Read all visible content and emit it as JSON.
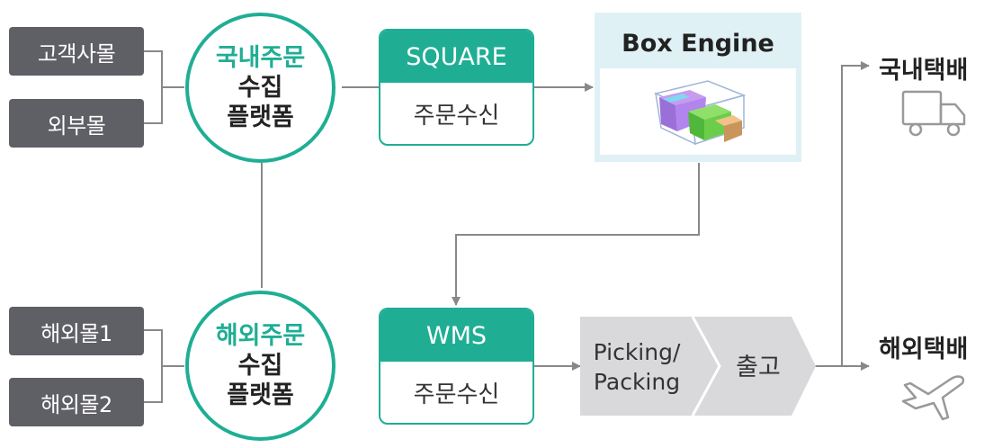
{
  "sources": {
    "domestic": [
      "고객사몰",
      "외부몰"
    ],
    "overseas": [
      "해외몰1",
      "해외몰2"
    ]
  },
  "platforms": {
    "domestic": {
      "accent": "국내주문",
      "line2": "수집",
      "line3": "플랫폼"
    },
    "overseas": {
      "accent": "해외주문",
      "line2": "수집",
      "line3": "플랫폼"
    }
  },
  "systems": {
    "square": {
      "header": "SQUARE",
      "body": "주문수신"
    },
    "wms": {
      "header": "WMS",
      "body": "주문수신"
    }
  },
  "box_engine": {
    "title": "Box Engine"
  },
  "process": {
    "picking": "Picking/\nPacking",
    "shipping": "출고"
  },
  "destinations": {
    "domestic": {
      "label": "국내택배",
      "icon": "truck-icon"
    },
    "overseas": {
      "label": "해외택배",
      "icon": "airplane-icon"
    }
  },
  "colors": {
    "accent": "#1fae94",
    "source_box": "#5f5f66",
    "engine_bg": "#dff1f4",
    "chevron": "#d9d9dc",
    "arrow": "#888888"
  }
}
